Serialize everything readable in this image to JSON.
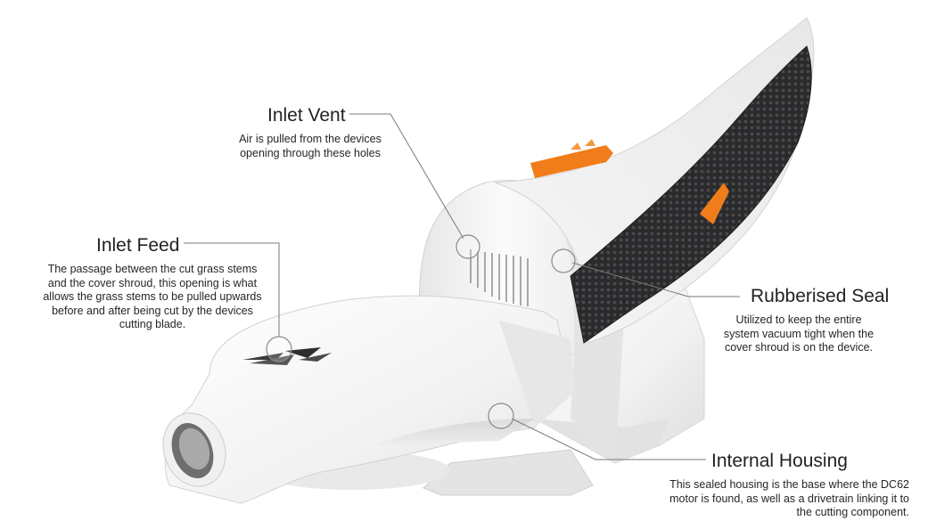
{
  "callouts": {
    "inlet_vent": {
      "title": "Inlet Vent",
      "description": "Air is pulled from the devices opening through these holes"
    },
    "inlet_feed": {
      "title": "Inlet Feed",
      "description": "The passage between the cut grass stems and the cover shroud, this opening is what allows the grass stems to be pulled upwards before and after being cut by the devices cutting blade."
    },
    "rubberised_seal": {
      "title": "Rubberised Seal",
      "description": "Utilized to keep the entire system vacuum tight when the cover shroud is on the device."
    },
    "internal_housing": {
      "title": "Internal Housing",
      "description": "This sealed housing is the base where the DC62 motor is found, as well as a drivetrain linking it to the cutting component."
    }
  },
  "colors": {
    "accent_orange": "#f07d1a",
    "seal_dark": "#2c2c2e",
    "body_white": "#f4f4f4",
    "leader_line": "#7a7a7a"
  },
  "icons": [
    "magnifier-circle-marker"
  ]
}
